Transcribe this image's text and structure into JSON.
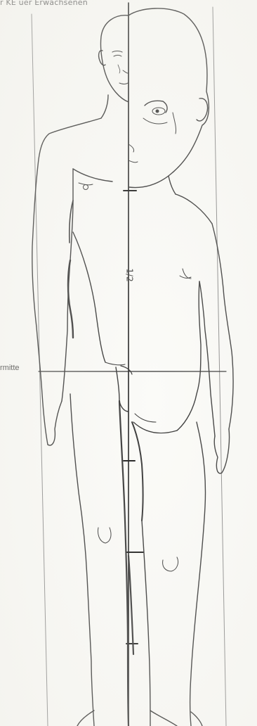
{
  "header": {
    "text": "r KE uer Erwachsenen"
  },
  "labels": {
    "body_midline": "rmitte",
    "head_count_mark": "1/2"
  },
  "colors": {
    "line": "#3a3a3a",
    "frame": "#8c8c8c",
    "paper": "#fbfbf8"
  },
  "icons": {
    "figure": "adult-child-proportion-drawing"
  }
}
